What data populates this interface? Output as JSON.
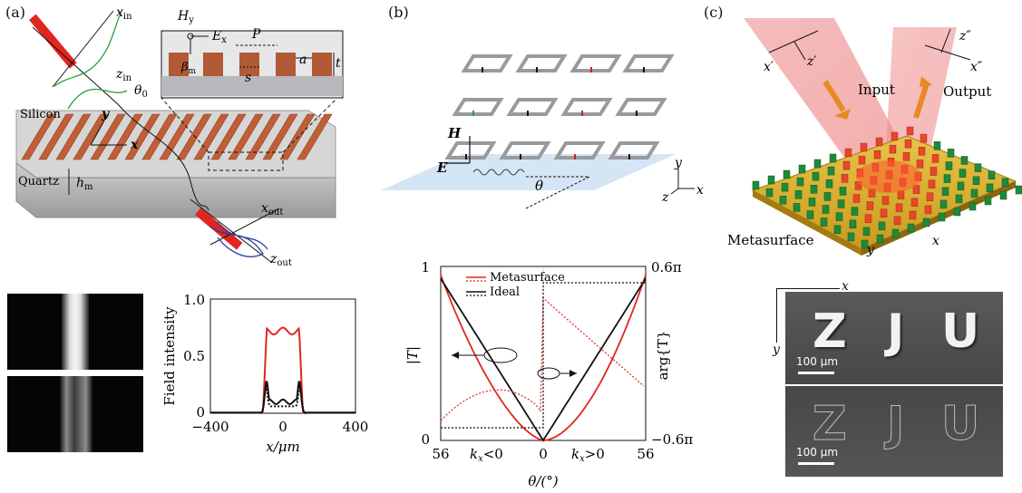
{
  "panels": {
    "a": {
      "label": "(a)",
      "schematic": {
        "x_in": "x",
        "x_in_sub": "in",
        "z_in": "z",
        "z_in_sub": "in",
        "theta0": "θ",
        "theta0_sub": "0",
        "silicon": "Silicon",
        "quartz": "Quartz",
        "y": "y",
        "x": "x",
        "hm": "h",
        "hm_sub": "m",
        "x_out": "x",
        "x_out_sub": "out",
        "z_out": "z",
        "z_out_sub": "out",
        "inset_Hy": "H",
        "inset_Hy_sub": "y",
        "inset_Ex": "E",
        "inset_Ex_sub": "x",
        "inset_P": "P",
        "inset_beta": "β",
        "inset_beta_sub": "m",
        "inset_s": "s",
        "inset_a": "a",
        "inset_t": "t"
      },
      "plot": {
        "ylabel": "Field intensity",
        "xlabel": "x/μm",
        "xticks": [
          "−400",
          "0",
          "400"
        ],
        "yticks": [
          "0",
          "0.5",
          "1.0"
        ],
        "xlim": [
          -400,
          400
        ],
        "ylim": [
          0,
          1.0
        ],
        "colors": {
          "red": "#e0261f",
          "black": "#111111"
        }
      }
    },
    "b": {
      "label": "(b)",
      "schematic": {
        "H": "H",
        "E": "E",
        "theta": "θ",
        "y": "y",
        "z": "z",
        "x": "x"
      },
      "plot": {
        "legend": [
          "Metasurface",
          "Ideal"
        ],
        "ylabel_left": "|T|",
        "ylabel_right": "arg{T}",
        "xlabel": "θ/(°)",
        "left_ticks": [
          "1",
          "0"
        ],
        "right_ticks": [
          "0.6π",
          "−0.6π"
        ],
        "xticks": [
          "56",
          "0",
          "56"
        ],
        "region_left": "k",
        "region_left_sub": "x",
        "region_left_rel": "<0",
        "region_right": "k",
        "region_right_sub": "x",
        "region_right_rel": ">0",
        "colors": {
          "meta": "#e0261f",
          "ideal": "#111111"
        }
      }
    },
    "c": {
      "label": "(c)",
      "schematic": {
        "input": "Input",
        "output": "Output",
        "metasurface": "Metasurface",
        "xp": "x′",
        "zp": "z′",
        "xpp": "x″",
        "zpp": "z″",
        "y": "y",
        "x": "x"
      },
      "images": {
        "x": "x",
        "y": "y",
        "letters": [
          "Z",
          "J",
          "U"
        ],
        "scale_top": "100 μm",
        "scale_bottom": "100 μm"
      }
    }
  }
}
